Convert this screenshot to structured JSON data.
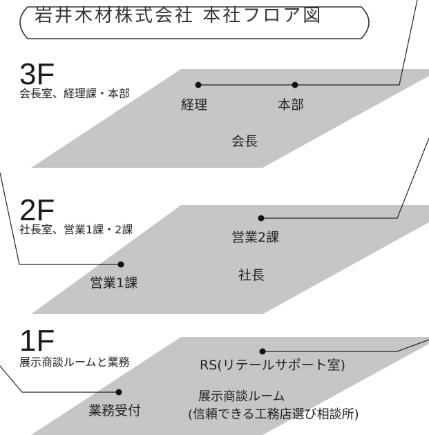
{
  "title": "岩井木材株式会社 本社フロア図",
  "colors": {
    "floor_fill": "#c6c6c6",
    "line": "#222222",
    "dot": "#111111",
    "title_border": "#333333"
  },
  "floors": [
    {
      "number": "3F",
      "description": "会長室、経理課・本部",
      "rooms": {
        "accounting": "経理",
        "headquarters": "本部",
        "chairman": "会長"
      }
    },
    {
      "number": "2F",
      "description": "社長室、営業1課・2課",
      "rooms": {
        "sales2": "営業2課",
        "president": "社長",
        "sales1": "営業1課"
      }
    },
    {
      "number": "1F",
      "description": "展示商談ルームと業務",
      "rooms": {
        "rs": "RS(リテールサポート室)",
        "showroom": "展示商談ルーム",
        "showroom_note": "(信頼できる工務店選び相談所)",
        "reception": "業務受付"
      }
    }
  ]
}
